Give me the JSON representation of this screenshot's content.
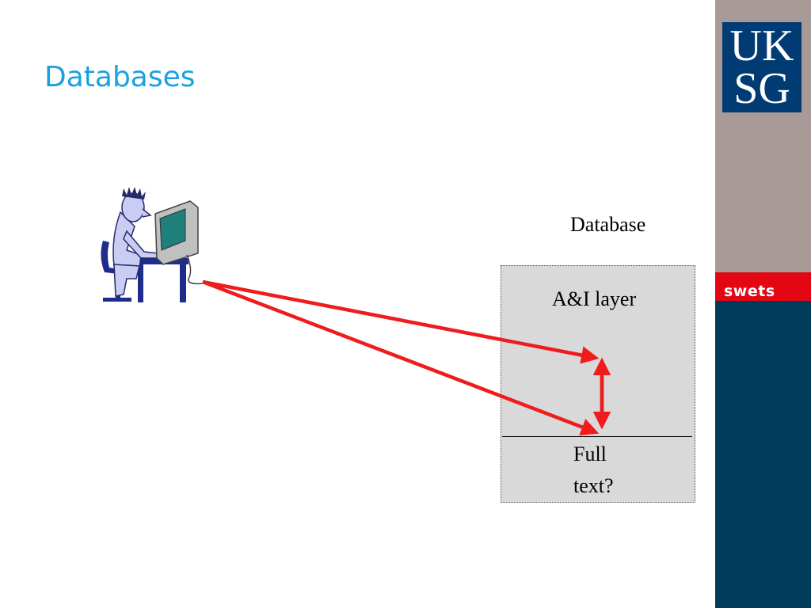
{
  "slide": {
    "title": "Databases"
  },
  "colors": {
    "title": "#1ba1e2",
    "side_panel_top": "#a89a96",
    "side_panel_bottom": "#003b5c",
    "swets_band": "#e30613",
    "logo_box": "#003b74",
    "arrow": "#ee1c1c",
    "box_fill": "#d9d9d9"
  },
  "branding": {
    "logo_line1": "UK",
    "logo_line2": "SG",
    "partner": "swets"
  },
  "diagram": {
    "user_icon": "person-at-computer-icon",
    "database_label": "Database",
    "top_layer_label": "A&I layer",
    "bottom_layer_label_line1": "Full",
    "bottom_layer_label_line2": "text?"
  }
}
